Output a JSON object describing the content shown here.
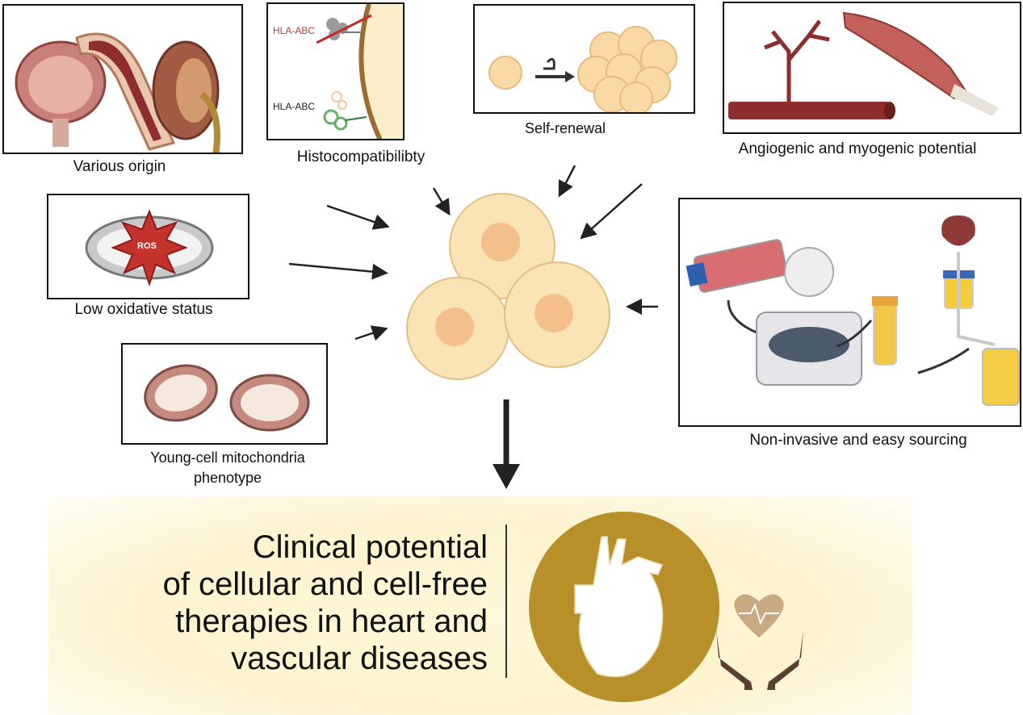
{
  "features": {
    "various_origin": "Various origin",
    "histocompatibility": "Histocompatibilibty",
    "hla_removed": "HLA-ABC",
    "hla_present": "HLA-ABC",
    "self_renewal": "Self-renewal",
    "angiogenic": "Angiogenic and myogenic potential",
    "low_oxidative": "Low oxidative status",
    "ros": "ROS",
    "young_mito_line1": "Young-cell mitochondria",
    "young_mito_line2": "phenotype",
    "non_invasive": "Non-invasive and easy sourcing"
  },
  "conclusion": {
    "lines": [
      "Clinical potential",
      "of cellular and cell-free",
      "therapies in heart and",
      "vascular diseases"
    ]
  },
  "colors": {
    "accent_gold": "#b8902a",
    "cell_fill": "#fae3b4",
    "nucleus": "#f5bf8a",
    "band": "#fdf3cf"
  }
}
